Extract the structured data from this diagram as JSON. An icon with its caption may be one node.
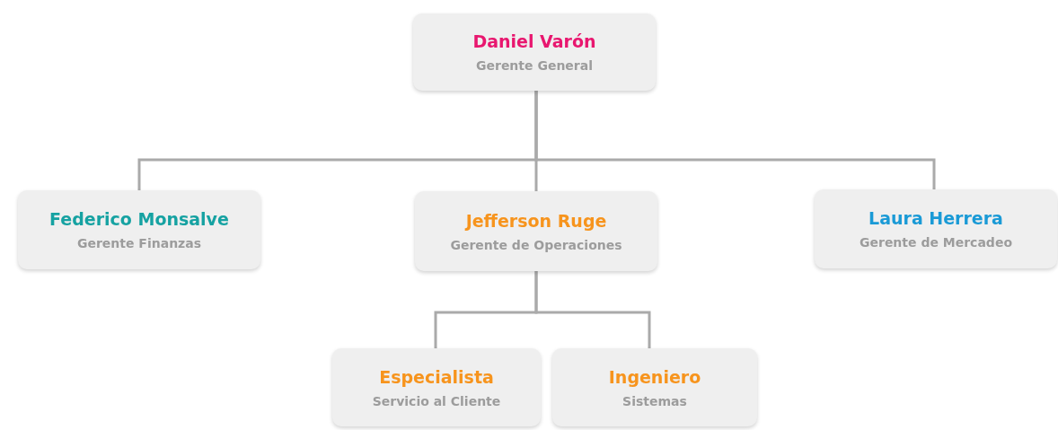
{
  "diagram": {
    "nodes": [
      {
        "text": [
          "Daniel Varón",
          "Gerente General"
        ]
      },
      {
        "text": [
          "Federico Monsalve",
          "Gerente Finanzas"
        ]
      },
      {
        "text": [
          "Jefferson Ruge",
          "Gerente de Operaciones"
        ]
      },
      {
        "text": [
          "Laura Herrera",
          "Gerente de Mercadeo"
        ]
      },
      {
        "text": [
          "Especialista",
          "Servicio al Cliente"
        ]
      },
      {
        "text": [
          "Ingeniero",
          "Sistemas"
        ]
      }
    ],
    "edges": [
      {
        "from": 0,
        "to": 1,
        "arrow": "none"
      },
      {
        "from": 0,
        "to": 2,
        "arrow": "none"
      },
      {
        "from": 0,
        "to": 3,
        "arrow": "none"
      },
      {
        "from": 2,
        "to": 4,
        "arrow": "none"
      },
      {
        "from": 2,
        "to": 5,
        "arrow": "none"
      }
    ]
  }
}
